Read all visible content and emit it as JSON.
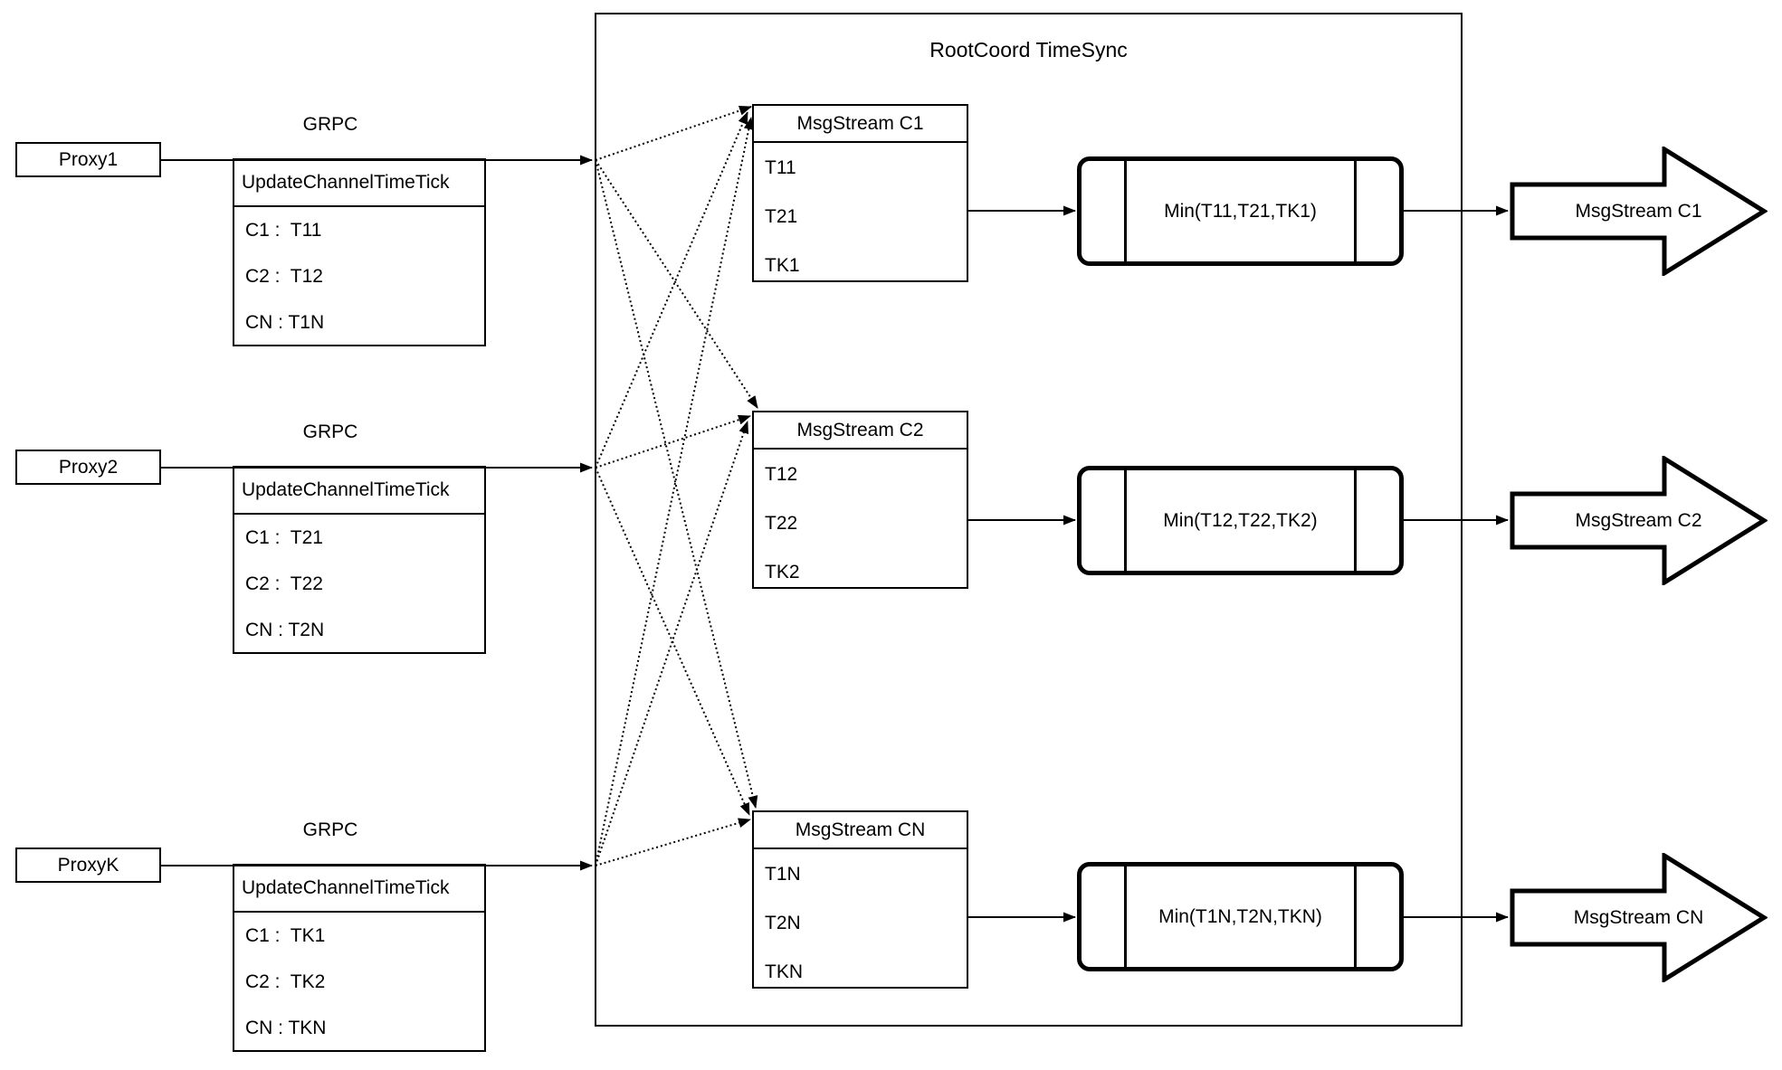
{
  "colors": {
    "ink": "#000000",
    "background": "#ffffff"
  },
  "diagram": {
    "title": "RootCoord TimeSync",
    "grpc_label": "GRPC",
    "proxies": [
      {
        "name": "Proxy1",
        "table_header": "UpdateChannelTimeTick",
        "rows": [
          "C1 :  T11",
          "C2 :  T12",
          "CN : T1N"
        ]
      },
      {
        "name": "Proxy2",
        "table_header": "UpdateChannelTimeTick",
        "rows": [
          "C1 :  T21",
          "C2 :  T22",
          "CN : T2N"
        ]
      },
      {
        "name": "ProxyK",
        "table_header": "UpdateChannelTimeTick",
        "rows": [
          "C1 :  TK1",
          "C2 :  TK2",
          "CN : TKN"
        ]
      }
    ],
    "streams": [
      {
        "header": "MsgStream C1",
        "rows": [
          "T11",
          "T21",
          "TK1"
        ],
        "min_label": "Min(T11,T21,TK1)",
        "out_label": "MsgStream C1"
      },
      {
        "header": "MsgStream C2",
        "rows": [
          "T12",
          "T22",
          "TK2"
        ],
        "min_label": "Min(T12,T22,TK2)",
        "out_label": "MsgStream C2"
      },
      {
        "header": "MsgStream CN",
        "rows": [
          "T1N",
          "T2N",
          "TKN"
        ],
        "min_label": "Min(T1N,T2N,TKN)",
        "out_label": "MsgStream CN"
      }
    ]
  }
}
